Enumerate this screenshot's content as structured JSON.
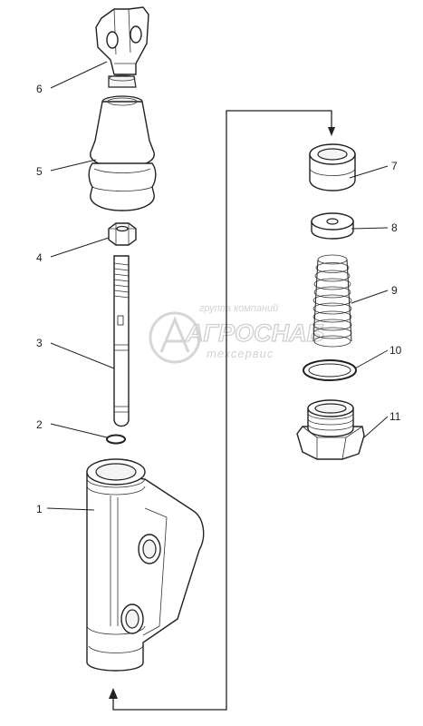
{
  "callouts": [
    {
      "id": "callout-1",
      "label": "1"
    },
    {
      "id": "callout-2",
      "label": "2"
    },
    {
      "id": "callout-3",
      "label": "3"
    },
    {
      "id": "callout-4",
      "label": "4"
    },
    {
      "id": "callout-5",
      "label": "5"
    },
    {
      "id": "callout-6",
      "label": "6"
    },
    {
      "id": "callout-7",
      "label": "7"
    },
    {
      "id": "callout-8",
      "label": "8"
    },
    {
      "id": "callout-9",
      "label": "9"
    },
    {
      "id": "callout-10",
      "label": "10"
    },
    {
      "id": "callout-11",
      "label": "11"
    }
  ],
  "watermark": {
    "line1": "группа компаний",
    "line2": "АГРОСНАБ",
    "line3": "техсервис"
  },
  "colors": {
    "line": "#222222",
    "watermark": "#cfcfcf",
    "background": "#ffffff"
  }
}
